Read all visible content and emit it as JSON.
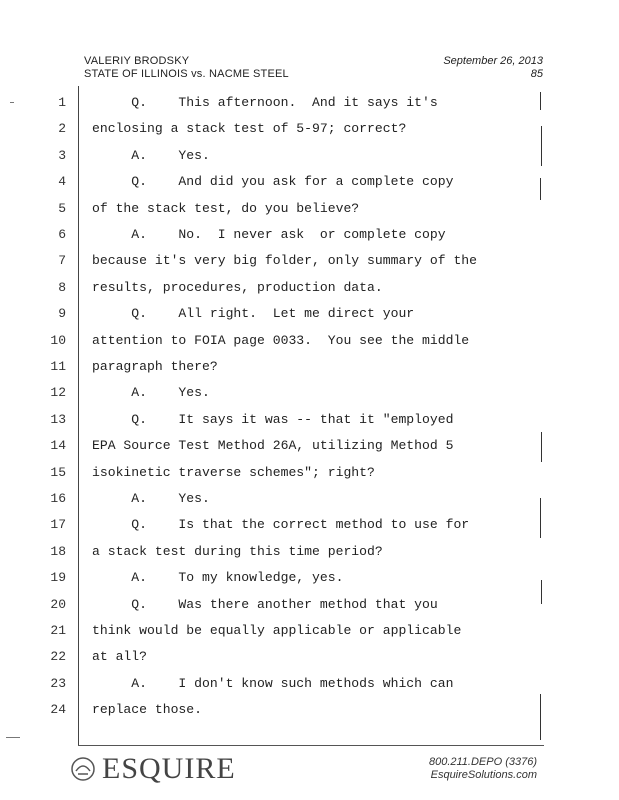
{
  "header": {
    "deponent": "VALERIY BRODSKY",
    "case": "STATE OF ILLINOIS vs. NACME STEEL",
    "date": "September 26, 2013",
    "page": "85"
  },
  "lines": [
    {
      "n": "1",
      "t": "     Q.    This afternoon.  And it says it's"
    },
    {
      "n": "2",
      "t": "enclosing a stack test of 5-97; correct?"
    },
    {
      "n": "3",
      "t": "     A.    Yes."
    },
    {
      "n": "4",
      "t": "     Q.    And did you ask for a complete copy"
    },
    {
      "n": "5",
      "t": "of the stack test, do you believe?"
    },
    {
      "n": "6",
      "t": "     A.    No.  I never ask  or complete copy"
    },
    {
      "n": "7",
      "t": "because it's very big folder, only summary of the"
    },
    {
      "n": "8",
      "t": "results, procedures, production data."
    },
    {
      "n": "9",
      "t": "     Q.    All right.  Let me direct your"
    },
    {
      "n": "10",
      "t": "attention to FOIA page 0033.  You see the middle"
    },
    {
      "n": "11",
      "t": "paragraph there?"
    },
    {
      "n": "12",
      "t": "     A.    Yes."
    },
    {
      "n": "13",
      "t": "     Q.    It says it was -- that it \"employed"
    },
    {
      "n": "14",
      "t": "EPA Source Test Method 26A, utilizing Method 5"
    },
    {
      "n": "15",
      "t": "isokinetic traverse schemes\"; right?"
    },
    {
      "n": "16",
      "t": "     A.    Yes."
    },
    {
      "n": "17",
      "t": "     Q.    Is that the correct method to use for"
    },
    {
      "n": "18",
      "t": "a stack test during this time period?"
    },
    {
      "n": "19",
      "t": "     A.    To my knowledge, yes."
    },
    {
      "n": "20",
      "t": "     Q.    Was there another method that you"
    },
    {
      "n": "21",
      "t": "think would be equally applicable or applicable"
    },
    {
      "n": "22",
      "t": "at all?"
    },
    {
      "n": "23",
      "t": "     A.    I don't know such methods which can"
    },
    {
      "n": "24",
      "t": "replace those."
    }
  ],
  "footer": {
    "logo_text": "ESQUIRE",
    "phone": "800.211.DEPO (3376)",
    "website": "EsquireSolutions.com"
  }
}
